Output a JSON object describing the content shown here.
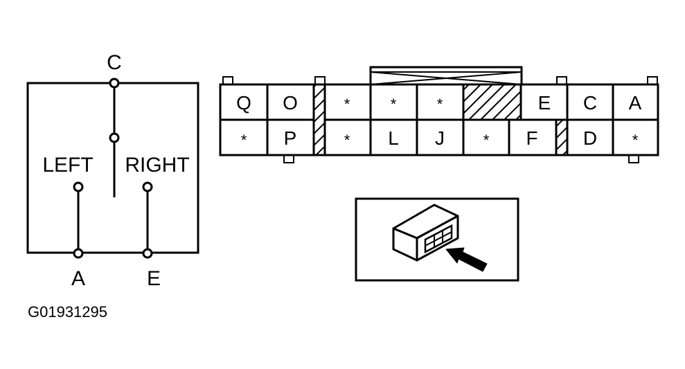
{
  "switch": {
    "labels": {
      "C": "C",
      "left": "LEFT",
      "right": "RIGHT",
      "A": "A",
      "E": "E"
    }
  },
  "connector": {
    "top_row": [
      "Q",
      "O",
      "",
      "*",
      "*",
      "*",
      "",
      "E",
      "C",
      "A"
    ],
    "bottom_row": [
      "*",
      "P",
      "",
      "*",
      "L",
      "J",
      "*",
      "F",
      "",
      "D",
      "*"
    ]
  },
  "figure_code": "G01931295",
  "colors": {
    "line": "#000000",
    "background": "#ffffff"
  }
}
